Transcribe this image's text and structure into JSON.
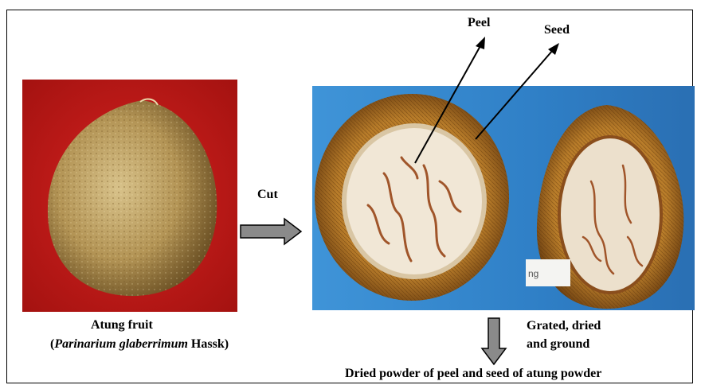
{
  "labels": {
    "peel": "Peel",
    "seed": "Seed",
    "cut": "Cut",
    "fruit_name": "Atung fruit",
    "fruit_open": "(",
    "fruit_species": "Parinarium glaberrimum",
    "fruit_authority": " Hassk)",
    "grated_line1": "Grated, dried",
    "grated_line2": "and ground",
    "powder": "Dried powder of peel and seed of atung powder",
    "sticker": "ng"
  },
  "colors": {
    "fruit_background": "#c81a18",
    "cut_background": "#3b8fd4",
    "arrow_fill": "#8a8a8a"
  },
  "icons": {
    "cut_arrow": "right-arrow-icon",
    "process_arrow": "down-arrow-icon"
  }
}
